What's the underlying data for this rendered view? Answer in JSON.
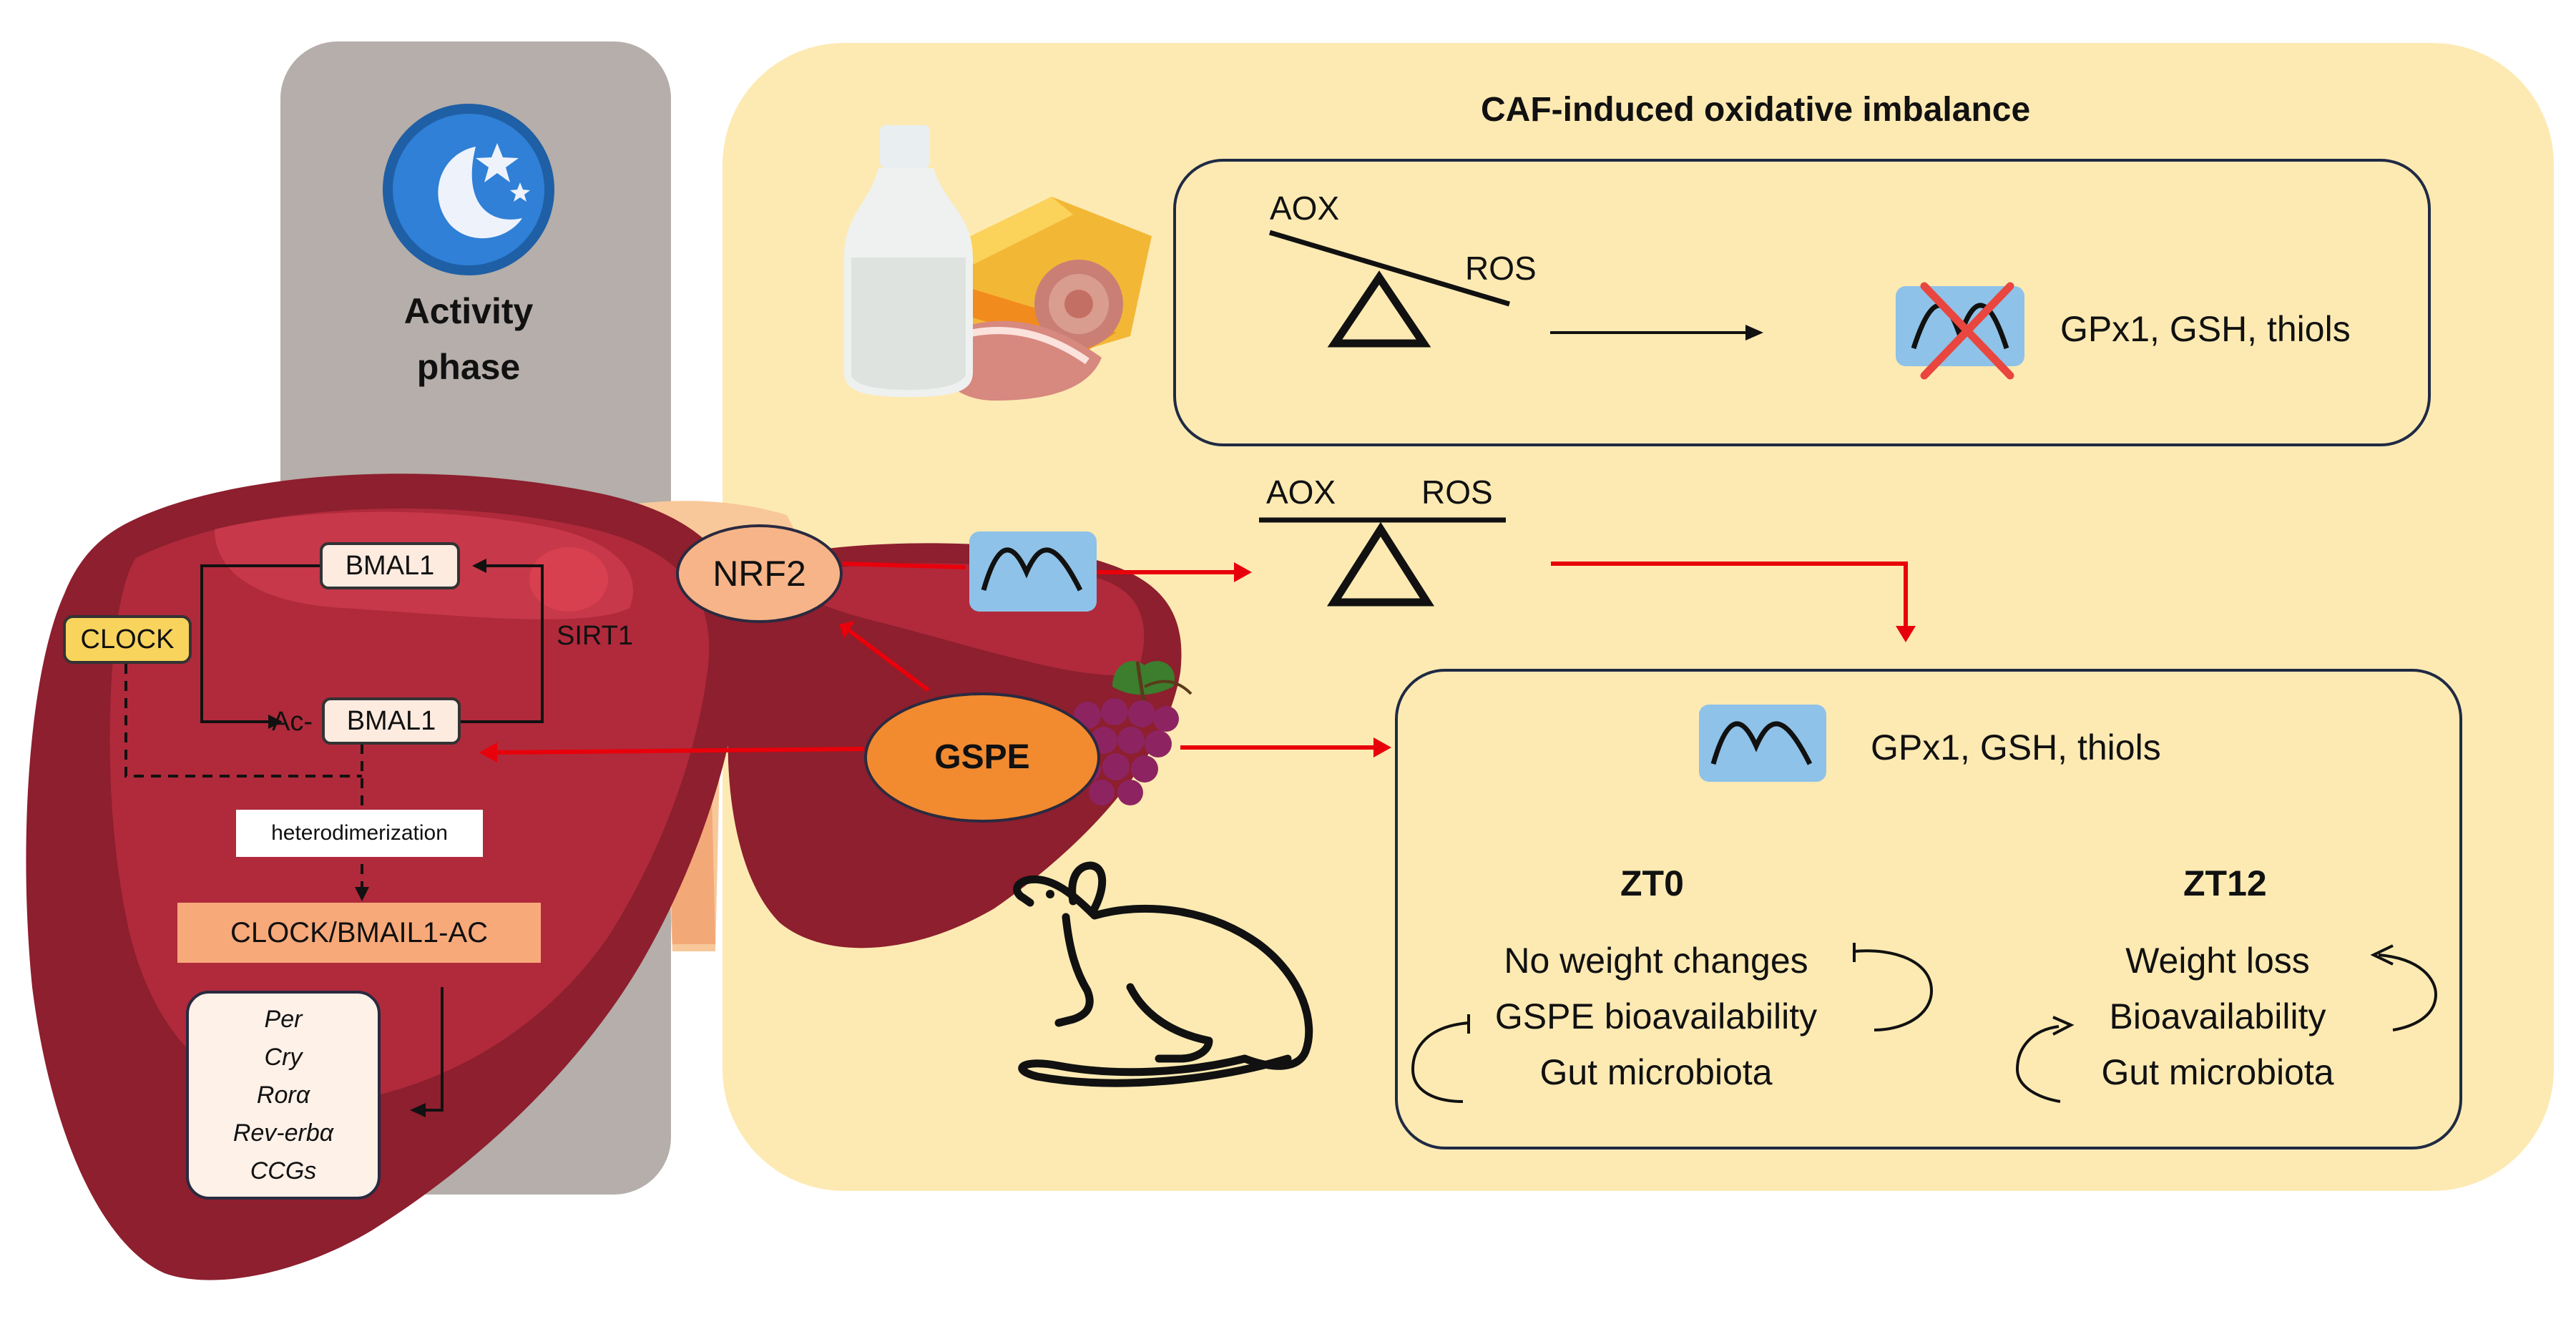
{
  "activity_phase": {
    "line1": "Activity",
    "line2": "phase",
    "icon": "moon-stars-icon"
  },
  "panel": {
    "title": "CAF-induced oxidative imbalance"
  },
  "top_box": {
    "aox": "AOX",
    "ros": "ROS",
    "markers": "GPx1, GSH, thiols"
  },
  "middle_balance": {
    "aox": "AOX",
    "ros": "ROS"
  },
  "result_box": {
    "markers": "GPx1, GSH, thiols",
    "zt0": {
      "title": "ZT0",
      "lines": [
        "No weight changes",
        "GSPE bioavailability",
        "Gut microbiota"
      ]
    },
    "zt12": {
      "title": "ZT12",
      "lines": [
        "Weight loss",
        "Bioavailability",
        "Gut microbiota"
      ]
    }
  },
  "liver": {
    "clock": "CLOCK",
    "bmal1": "BMAL1",
    "ac_prefix": "Ac-",
    "ac_bmal1": "BMAL1",
    "sirt1": "SIRT1",
    "heterodimerization": "heterodimerization",
    "complex": "CLOCK/BMAIL1-AC",
    "genes": [
      "Per",
      "Cry",
      "Rorα",
      "Rev-erbα",
      "CCGs"
    ]
  },
  "nrf2": "NRF2",
  "gspe": "GSPE",
  "colors": {
    "panel_bg": "#fdeab3",
    "activity_bg": "#b5aeaa",
    "liver_dark": "#8d1f2e",
    "liver_mid": "#b02a3b",
    "liver_light": "#c7384a",
    "gspe_orange": "#f28a30",
    "nrf2_fill": "#f6b488",
    "clock_yellow": "#f9d45c",
    "complex_fill": "#f7a97a",
    "wave_blue": "#8ec2e8",
    "arrow_red": "#e8000b"
  }
}
